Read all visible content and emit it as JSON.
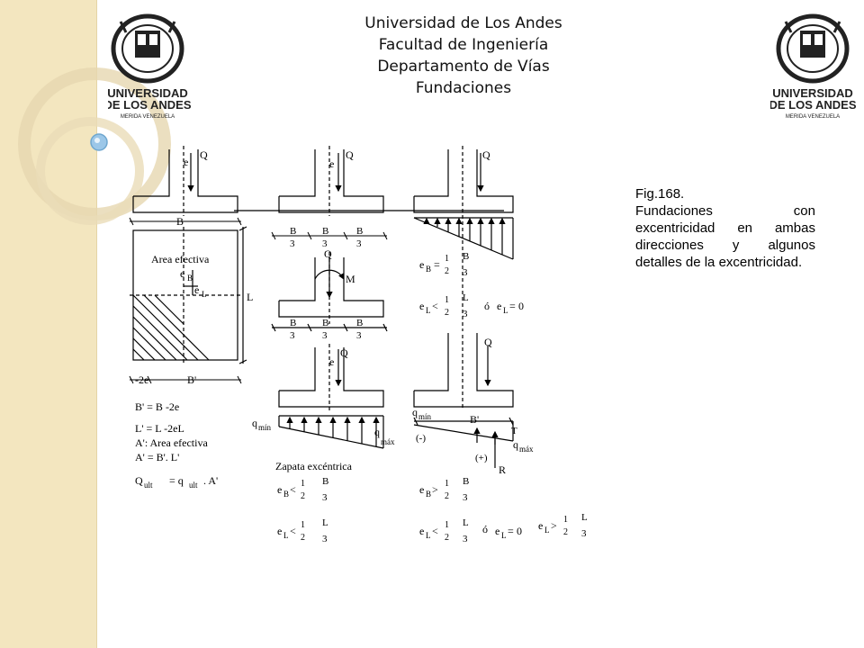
{
  "header": {
    "line1": "Universidad de Los Andes",
    "line2": "Facultad de Ingeniería",
    "line3": "Departamento de Vías",
    "line4": "Fundaciones"
  },
  "logo": {
    "line1": "UNIVERSIDAD",
    "line2": "DE LOS ANDES",
    "line3": "MERIDA VENEZUELA"
  },
  "caption": {
    "figure": "Fig.168.",
    "text": "Fundaciones con excentricidad en ambas direcciones y algunos detalles de la excentricidad."
  },
  "figure_labels": {
    "Q": "Q",
    "e": "e",
    "M": "M",
    "B": "B",
    "L": "L",
    "three": "3",
    "one": "1",
    "two": "2",
    "area_efectiva": "Area efectiva",
    "eB": "e",
    "eB_sub": "B",
    "eL": "e",
    "eL_sub": "L",
    "minus_2e": "-2e",
    "B_prime": "B'",
    "eq1": "B' = B -2e",
    "eq2": "L' = L -2eL",
    "eq3": "A': Area efectiva",
    "eq4": "A' = B'. L'",
    "eq5_left": "Q",
    "eq5_left_sub": "ult",
    "eq5_mid": "= q",
    "eq5_mid_sub": "ult",
    "eq5_right": ". A'",
    "q": "q",
    "q_min_sub": "mín",
    "q_max_sub": "máx",
    "zapata": "Zapata excéntrica",
    "lt": "<",
    "gt": ">",
    "eq": "=",
    "o": "ó",
    "zero": "0",
    "T": "T",
    "R": "R",
    "neg": "(-)",
    "pos": "(+)"
  }
}
